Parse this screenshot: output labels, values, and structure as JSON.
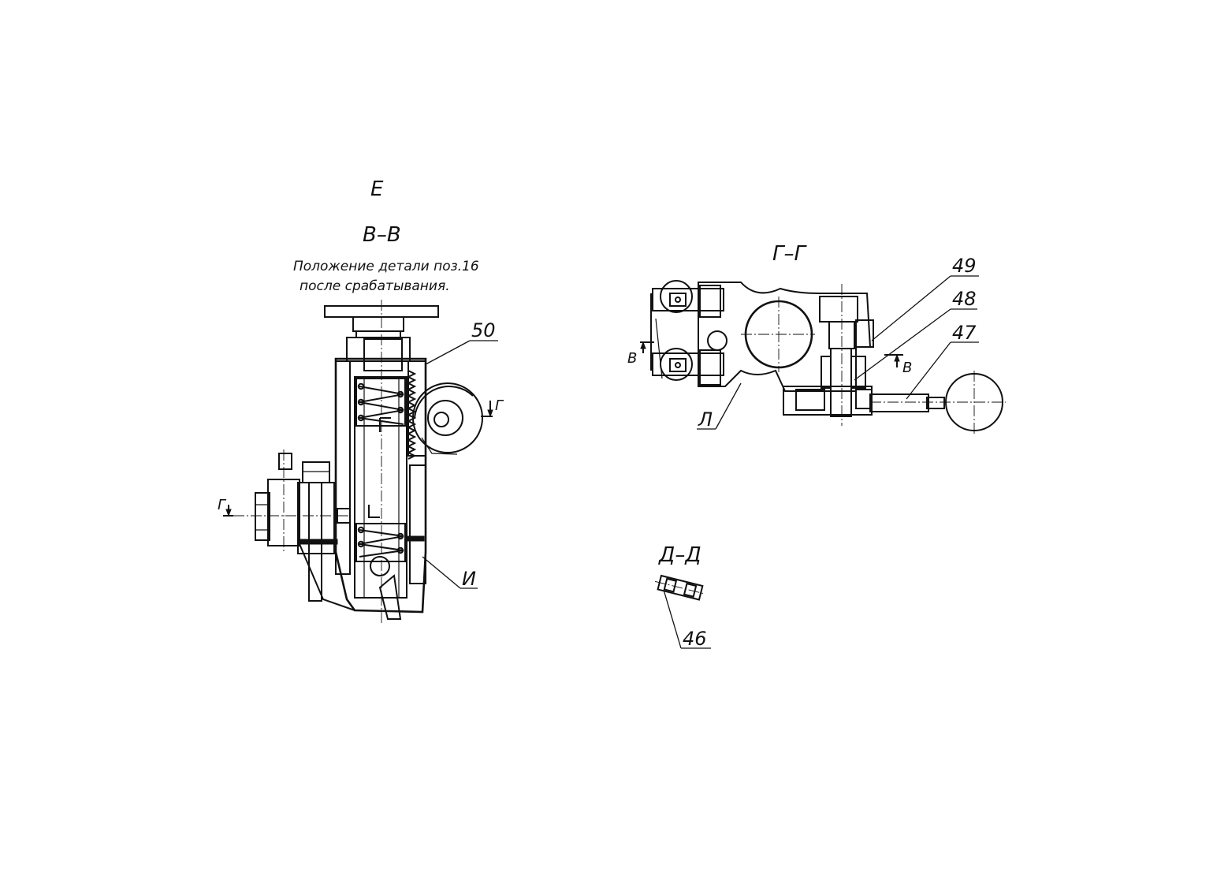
{
  "view_label": "Е",
  "sections": {
    "v_v": {
      "title": "В–В",
      "note_line1": "Положение детали поз.16",
      "note_line2": "после срабатывания.",
      "callout_50": "50",
      "label_i": "И",
      "cut_g_left": "Г",
      "cut_g_right": "Г"
    },
    "g_g": {
      "title": "Г–Г",
      "callout_49": "49",
      "callout_48": "48",
      "callout_47": "47",
      "label_l": "Л",
      "cut_v_left": "В",
      "cut_v_right": "В"
    },
    "d_d": {
      "title": "Д–Д",
      "callout_46": "46"
    }
  }
}
